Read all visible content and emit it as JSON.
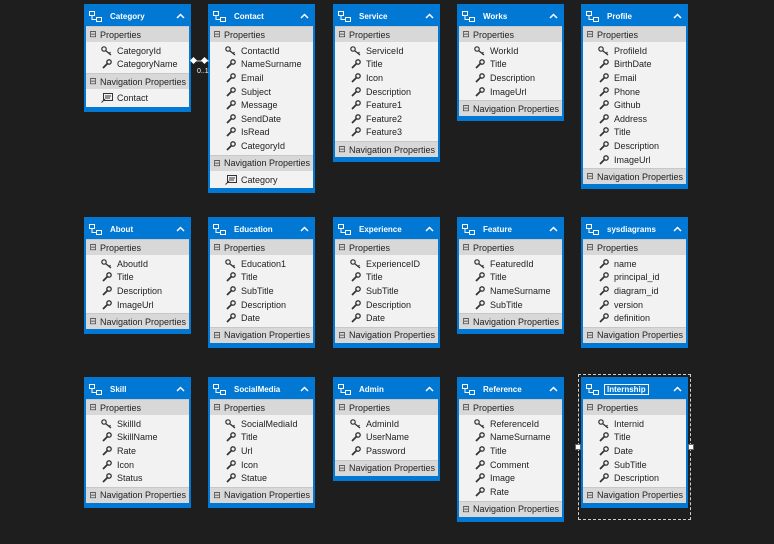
{
  "entities": [
    {
      "name": "Category",
      "properties": [
        "CategoryId",
        "CategoryName"
      ],
      "navigation": [
        "Contact"
      ]
    },
    {
      "name": "Contact",
      "properties": [
        "ContactId",
        "NameSurname",
        "Email",
        "Subject",
        "Message",
        "SendDate",
        "IsRead",
        "CategoryId"
      ],
      "navigation": [
        "Category"
      ]
    },
    {
      "name": "Service",
      "properties": [
        "ServiceId",
        "Title",
        "Icon",
        "Description",
        "Feature1",
        "Feature2",
        "Feature3"
      ],
      "navigation": []
    },
    {
      "name": "Works",
      "properties": [
        "WorkId",
        "Title",
        "Description",
        "ImageUrl"
      ],
      "navigation": []
    },
    {
      "name": "Profile",
      "properties": [
        "ProfileId",
        "BirthDate",
        "Email",
        "Phone",
        "Github",
        "Address",
        "Title",
        "Description",
        "ImageUrl"
      ],
      "navigation": []
    },
    {
      "name": "About",
      "properties": [
        "AboutId",
        "Title",
        "Description",
        "ImageUrl"
      ],
      "navigation": []
    },
    {
      "name": "Education",
      "properties": [
        "Education1",
        "Title",
        "SubTitle",
        "Description",
        "Date"
      ],
      "navigation": []
    },
    {
      "name": "Experience",
      "properties": [
        "ExperienceID",
        "Title",
        "SubTitle",
        "Description",
        "Date"
      ],
      "navigation": []
    },
    {
      "name": "Feature",
      "properties": [
        "FeaturedId",
        "Title",
        "NameSurname",
        "SubTitle"
      ],
      "navigation": []
    },
    {
      "name": "sysdiagrams",
      "properties": [
        "name",
        "principal_id",
        "diagram_id",
        "version",
        "definition"
      ],
      "navigation": []
    },
    {
      "name": "Skill",
      "properties": [
        "SkillId",
        "SkillName",
        "Rate",
        "Icon",
        "Status"
      ],
      "navigation": []
    },
    {
      "name": "SocialMedia",
      "properties": [
        "SocialMediaId",
        "Title",
        "Url",
        "Icon",
        "Statue"
      ],
      "navigation": []
    },
    {
      "name": "Admin",
      "properties": [
        "AdminId",
        "UserName",
        "Password"
      ],
      "navigation": []
    },
    {
      "name": "Reference",
      "properties": [
        "ReferenceId",
        "NameSurname",
        "Title",
        "Comment",
        "Image",
        "Rate"
      ],
      "navigation": []
    },
    {
      "name": "Internship",
      "properties": [
        "Internid",
        "Title",
        "Date",
        "SubTitle",
        "Description"
      ],
      "navigation": []
    }
  ],
  "labels": {
    "properties": "Properties",
    "navigation": "Navigation Properties"
  },
  "association": {
    "multiplicity": "0..1"
  },
  "icons": {
    "entity": "entity-type-icon",
    "key": "key-property-icon",
    "property": "wrench-property-icon",
    "navigation": "navigation-property-icon",
    "collapse": "chevron-up-icon"
  }
}
